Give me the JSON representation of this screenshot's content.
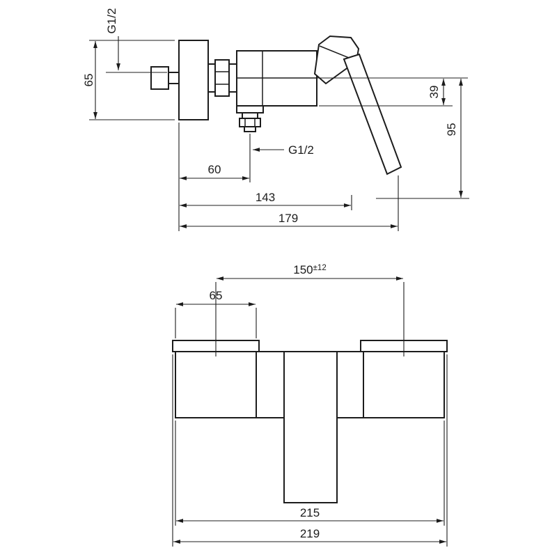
{
  "page": {
    "background_color": "#ffffff",
    "line_color": "#1c1c1c",
    "content": "technical dimension drawing of a single-lever exposed shower mixer, side view and front view"
  },
  "side_view": {
    "inlet_thread_label": "G1/2",
    "escutcheon_height": "65",
    "outlet_drop": "39",
    "handle_drop": "95",
    "outlet_thread_label": "G1/2",
    "outlet_offset": "60",
    "depth_to_handle_tip": "143",
    "overall_depth": "179"
  },
  "front_view": {
    "connection_distance": "150",
    "connection_tolerance": "±12",
    "escutcheon_width": "65",
    "body_width": "215",
    "overall_width": "219"
  }
}
